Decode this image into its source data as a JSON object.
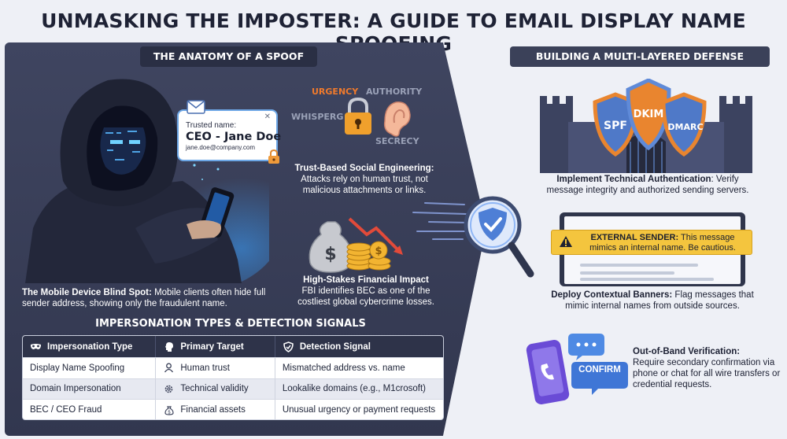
{
  "title": "UNMASKING THE IMPOSTER: A GUIDE TO EMAIL DISPLAY NAME SPOOFING",
  "left_section": {
    "heading": "THE ANATOMY OF A SPOOF",
    "callout": {
      "trusted_label": "Trusted name:",
      "name": "CEO - Jane Doe",
      "email": "jane.doe@company.com"
    },
    "mobile_blindspot": {
      "title": "The Mobile Device Blind Spot:",
      "body": "Mobile clients often hide full sender address, showing only the fraudulent name."
    },
    "social_words": {
      "urgency": "URGENCY",
      "authority": "AUTHORITY",
      "whisperg": "WHISPERG",
      "secrecy": "SECRECY"
    },
    "trust_engineering": {
      "title": "Trust-Based Social Engineering:",
      "body": "Attacks rely on human trust, not malicious attachments or links."
    },
    "financial_impact": {
      "title": "High-Stakes Financial Impact",
      "body": "FBI identifies BEC as one of the costliest global cybercrime losses."
    },
    "table": {
      "title": "IMPERSONATION TYPES & DETECTION SIGNALS",
      "headers": [
        "Impersonation Type",
        "Primary Target",
        "Detection Signal"
      ],
      "rows": [
        {
          "type": "Display Name Spoofing",
          "target": "Human trust",
          "signal": "Mismatched address vs. name"
        },
        {
          "type": "Domain Impersonation",
          "target": "Technical validity",
          "signal": "Lookalike domains (e.g., M1crosoft)"
        },
        {
          "type": "BEC / CEO Fraud",
          "target": "Financial assets",
          "signal": "Unusual urgency or payment requests"
        }
      ]
    }
  },
  "right_section": {
    "heading": "BUILDING A MULTI-LAYERED DEFENSE",
    "shields": [
      "SPF",
      "DKIM",
      "DMARC"
    ],
    "tech_auth": {
      "title": "Implement Technical Authentication",
      "body": ": Verify message integrity and authorized sending servers."
    },
    "banner": {
      "label": "EXTERNAL SENDER:",
      "message": " This message mimics an internal name. Be cautious."
    },
    "contextual_banners": {
      "title": "Deploy Contextual Banners:",
      "body": " Flag messages that mimic internal names from outside sources."
    },
    "confirm_label": "CONFIRM",
    "oob": {
      "title": "Out-of-Band Verification:",
      "body": "Require secondary confirmation via phone or chat for all wire transfers or credential requests."
    },
    "colors": {
      "shield_blue": "#5b8fe0",
      "shield_orange": "#ee8a3a",
      "banner_yellow": "#f4c53e",
      "phone_purple": "#6a4bd6"
    }
  }
}
